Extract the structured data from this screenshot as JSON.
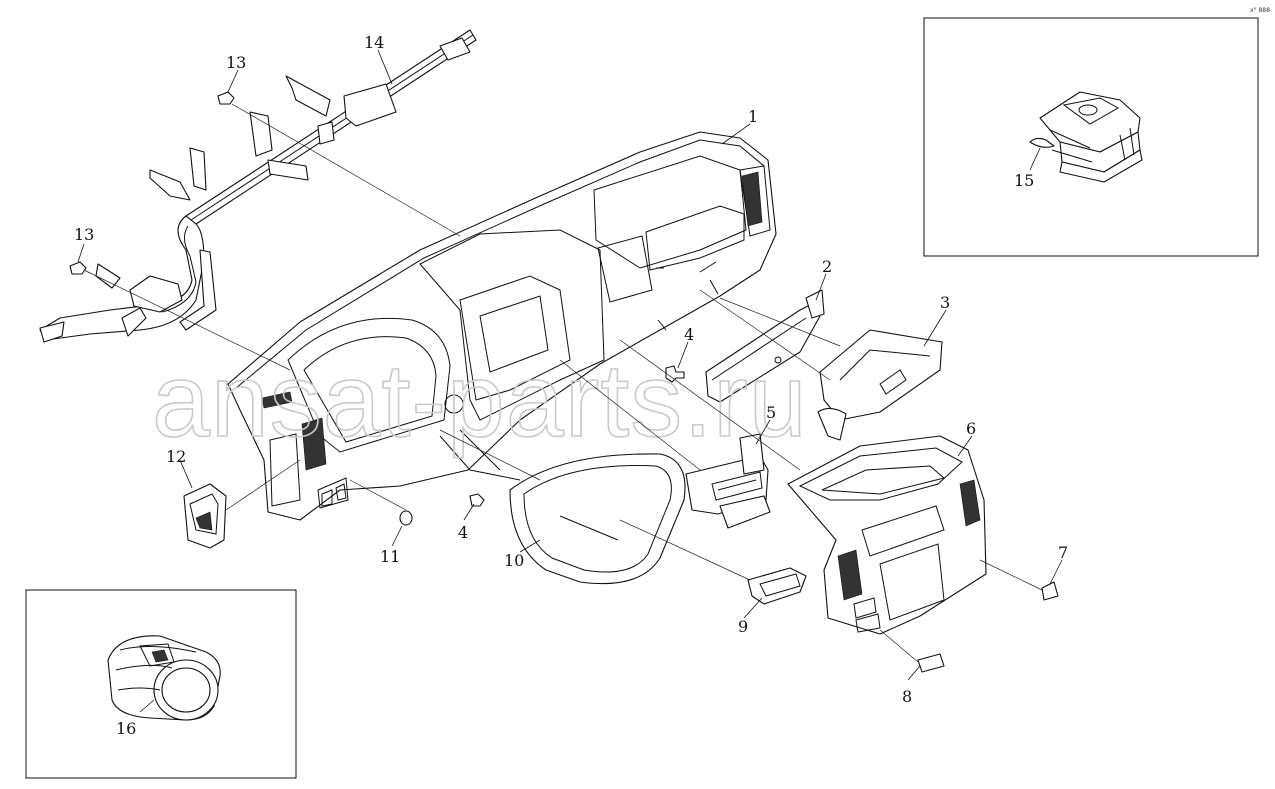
{
  "corner_mark": "x° 888",
  "watermark": "ansat-parts.ru",
  "callouts": [
    {
      "id": "c1",
      "label": "1"
    },
    {
      "id": "c2",
      "label": "2"
    },
    {
      "id": "c3",
      "label": "3"
    },
    {
      "id": "c4a",
      "label": "4"
    },
    {
      "id": "c4b",
      "label": "4"
    },
    {
      "id": "c5",
      "label": "5"
    },
    {
      "id": "c6",
      "label": "6"
    },
    {
      "id": "c7",
      "label": "7"
    },
    {
      "id": "c8",
      "label": "8"
    },
    {
      "id": "c9",
      "label": "9"
    },
    {
      "id": "c10",
      "label": "10"
    },
    {
      "id": "c11",
      "label": "11"
    },
    {
      "id": "c12",
      "label": "12"
    },
    {
      "id": "c13a",
      "label": "13"
    },
    {
      "id": "c13b",
      "label": "13"
    },
    {
      "id": "c14",
      "label": "14"
    },
    {
      "id": "c15",
      "label": "15"
    },
    {
      "id": "c16",
      "label": "16"
    }
  ]
}
